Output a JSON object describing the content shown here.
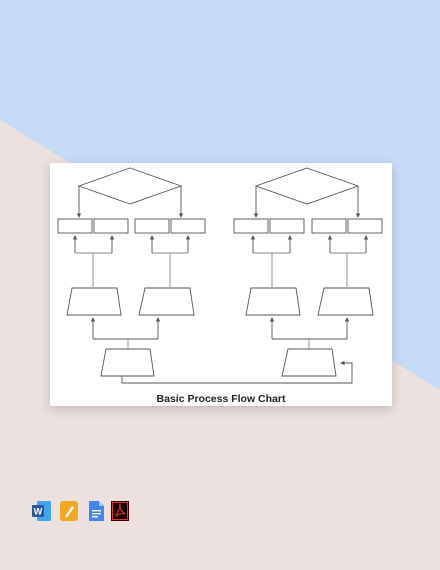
{
  "title": "Basic Process Flow Chart",
  "colors": {
    "background_top": "#c6dbf6",
    "background_bottom": "#ece1de",
    "card": "#ffffff",
    "stroke": "#555555",
    "connector": "#8a8a8a"
  },
  "app_icons": [
    {
      "name": "word-icon",
      "glyph": "W",
      "color": "#2b579a"
    },
    {
      "name": "pages-icon",
      "glyph": "✎",
      "color": "#f5a623"
    },
    {
      "name": "google-docs-icon",
      "glyph": "≡",
      "color": "#4285f4"
    },
    {
      "name": "pdf-icon",
      "glyph": "A",
      "color": "#b30b00"
    }
  ]
}
